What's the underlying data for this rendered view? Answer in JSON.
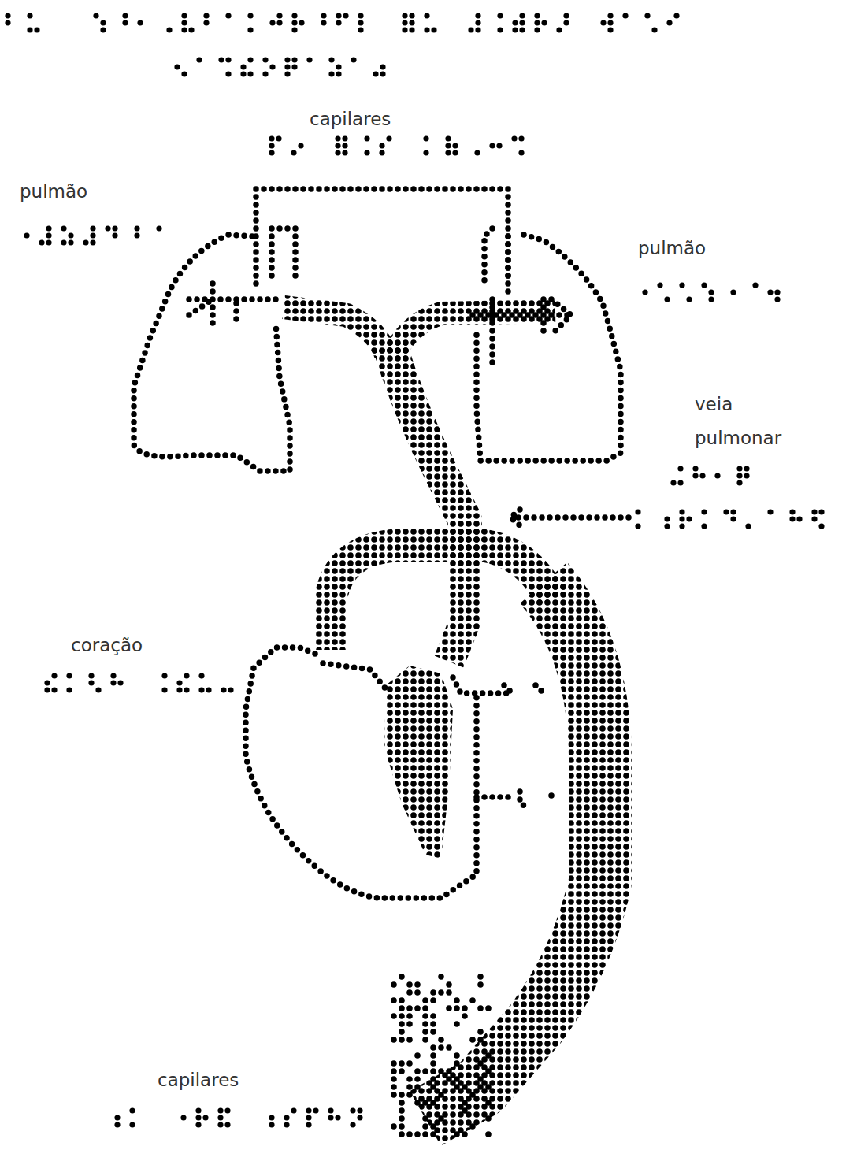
{
  "diagram": {
    "labels": [
      "capilares",
      "pulmão",
      "pulmão",
      "veia pulmonar",
      "coração",
      "capilares"
    ]
  }
}
